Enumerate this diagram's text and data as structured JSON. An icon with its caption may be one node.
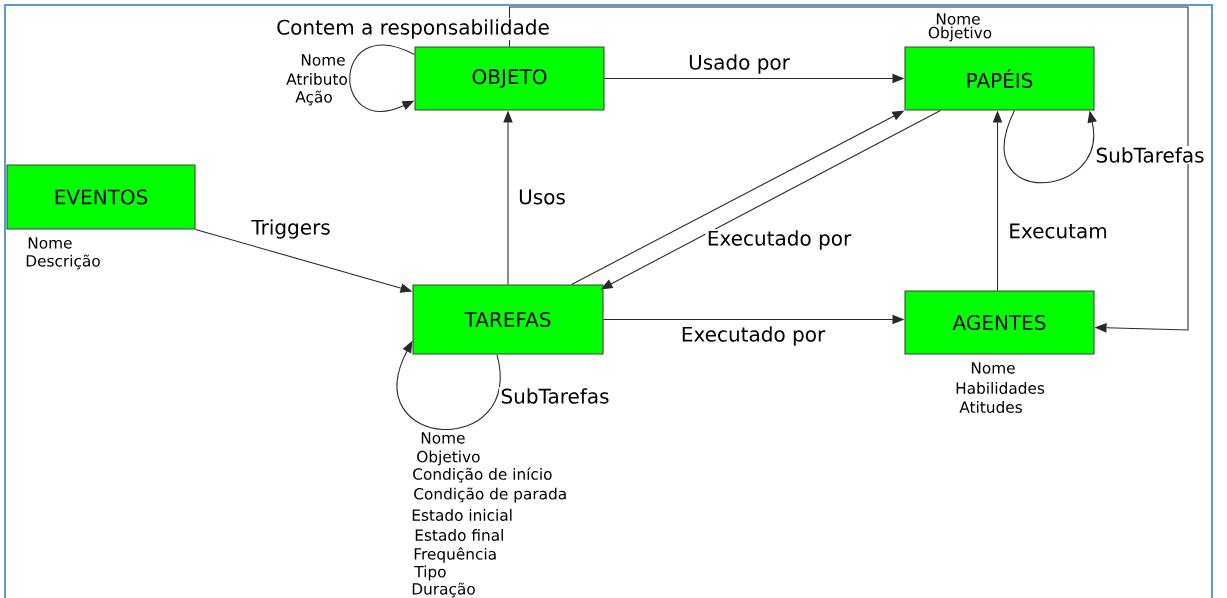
{
  "diagram": {
    "nodes": [
      {
        "text": [
          "OBJETO"
        ],
        "beside": [
          "Nome",
          "Atributo",
          "Ação"
        ]
      },
      {
        "text": [
          "PAPÉIS"
        ],
        "beside": [
          "Nome",
          "Objetivo"
        ]
      },
      {
        "text": [
          "EVENTOS"
        ],
        "beside": [
          "Nome",
          "Descrição"
        ]
      },
      {
        "text": [
          "TAREFAS"
        ],
        "beside": [
          "Nome",
          "Objetivo",
          "Condição de início",
          "Condição de parada",
          "Estado inicial",
          "Estado final",
          "Frequência",
          "Tipo",
          "Duração"
        ]
      },
      {
        "text": [
          "AGENTES"
        ],
        "beside": [
          "Nome",
          "Habilidades",
          "Atitudes"
        ]
      }
    ],
    "edges": [
      {
        "from": 0,
        "to": 0,
        "arrow": "to",
        "label": "Contem a responsabilidade"
      },
      {
        "from": 0,
        "to": 1,
        "arrow": "to",
        "label": "Usado por"
      },
      {
        "from": 2,
        "to": 3,
        "arrow": "to",
        "label": "Triggers"
      },
      {
        "from": 3,
        "to": 0,
        "arrow": "to",
        "label": "Usos"
      },
      {
        "from": 3,
        "to": 1,
        "arrow": "to"
      },
      {
        "from": 1,
        "to": 3,
        "arrow": "to",
        "label": "Executado por"
      },
      {
        "from": 3,
        "to": 4,
        "arrow": "to",
        "label": "Executado por"
      },
      {
        "from": 4,
        "to": 1,
        "arrow": "to",
        "label": "Executam"
      },
      {
        "from": 1,
        "to": 1,
        "arrow": "to",
        "label": "SubTarefas"
      },
      {
        "from": 3,
        "to": 3,
        "arrow": "to",
        "label": "SubTarefas"
      },
      {
        "from": 0,
        "to": 4,
        "arrow": "to"
      }
    ]
  }
}
